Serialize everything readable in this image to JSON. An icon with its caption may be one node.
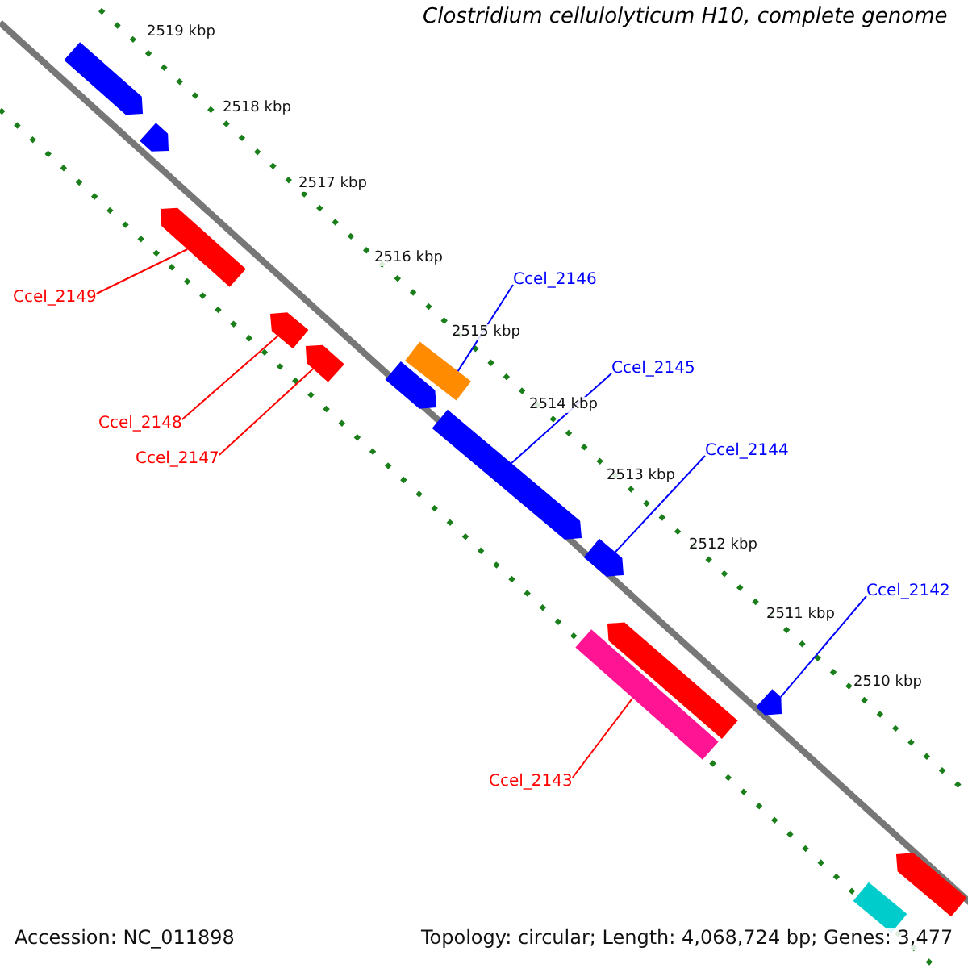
{
  "diagram": {
    "title": "Clostridium cellulolyticum H10, complete genome",
    "nodes": [
      {
        "text": [],
        "shape": "arrow"
      },
      {
        "text": [],
        "shape": "arrow"
      },
      {
        "text": [],
        "shape": "arrow"
      },
      {
        "text": [],
        "shape": "arrow"
      },
      {
        "text": [],
        "shape": "arrow"
      },
      {
        "text": [],
        "shape": "arrow"
      },
      {
        "text": [],
        "shape": "bar"
      },
      {
        "text": [],
        "shape": "arrow"
      },
      {
        "text": [],
        "shape": "arrow"
      },
      {
        "text": [],
        "shape": "arrow"
      },
      {
        "text": [],
        "shape": "bar"
      },
      {
        "text": [],
        "shape": "arrow"
      },
      {
        "text": [],
        "shape": "arrow"
      },
      {
        "text": [],
        "shape": "bar"
      },
      {
        "text": [
          "Ccel_2146"
        ]
      },
      {
        "text": [
          "Ccel_2145"
        ]
      },
      {
        "text": [
          "Ccel_2144"
        ]
      },
      {
        "text": [
          "Ccel_2142"
        ]
      },
      {
        "text": [
          "Ccel_2149"
        ]
      },
      {
        "text": [
          "Ccel_2148"
        ]
      },
      {
        "text": [
          "Ccel_2147"
        ]
      },
      {
        "text": [
          "Ccel_2143"
        ]
      }
    ],
    "edges": [
      {
        "from": 14,
        "to": 6,
        "arrow": "none",
        "color": "#0000ff"
      },
      {
        "from": 15,
        "to": 7,
        "arrow": "none",
        "color": "#0000ff"
      },
      {
        "from": 16,
        "to": 8,
        "arrow": "none",
        "color": "#0000ff"
      },
      {
        "from": 17,
        "to": 11,
        "arrow": "none",
        "color": "#0000ff"
      },
      {
        "from": 18,
        "to": 2,
        "arrow": "none",
        "color": "#ff0000"
      },
      {
        "from": 19,
        "to": 3,
        "arrow": "none",
        "color": "#ff0000"
      },
      {
        "from": 20,
        "to": 4,
        "arrow": "none",
        "color": "#ff0000"
      },
      {
        "from": 21,
        "to": 10,
        "arrow": "none",
        "color": "#ff0000"
      }
    ],
    "labels": [
      "2519 kbp",
      "2518 kbp",
      "2517 kbp",
      "2516 kbp",
      "2515 kbp",
      "2514 kbp",
      "2513 kbp",
      "2512 kbp",
      "2511 kbp",
      "2510 kbp",
      "Accession: NC_011898",
      "Topology: circular; Length: 4,068,724 bp; Genes: 3,477"
    ]
  }
}
